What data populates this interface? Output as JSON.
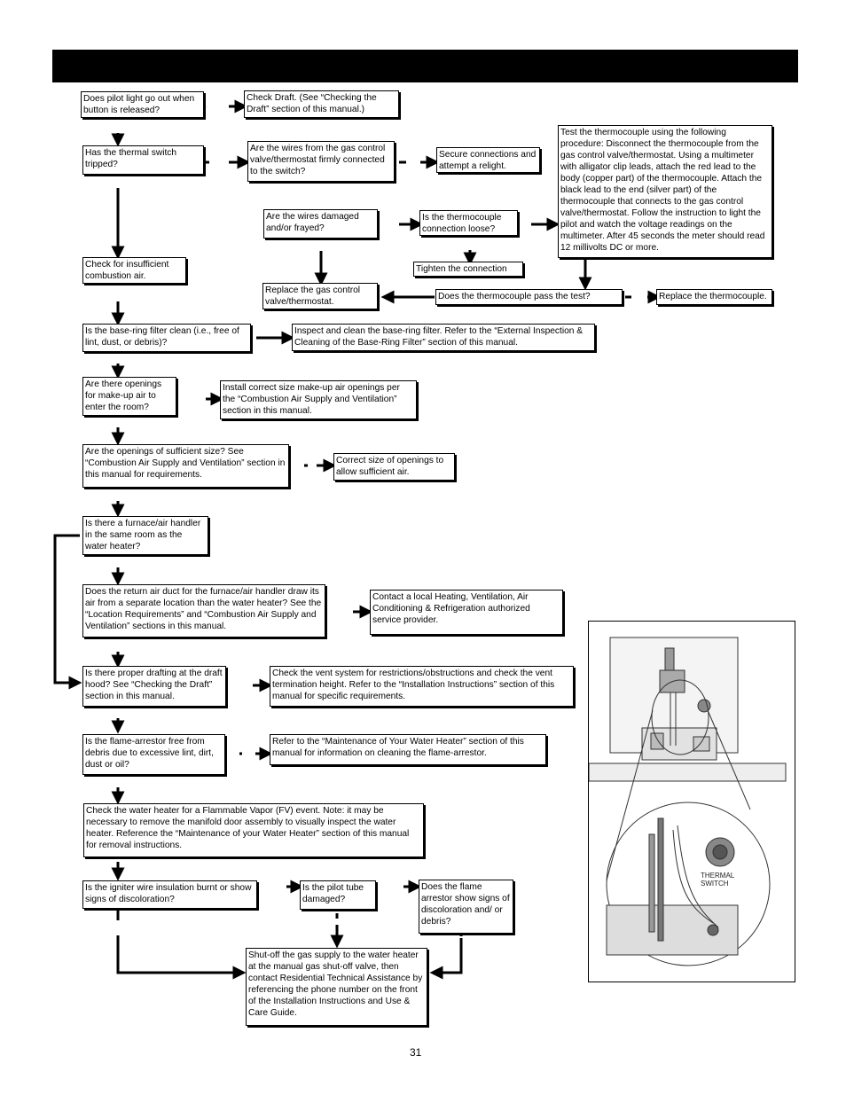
{
  "page_number": "31",
  "boxes": {
    "pilot_out": "Does pilot light go out when button is released?",
    "check_draft": "Check Draft. (See “Checking the Draft” section of this manual.)",
    "thermal_tripped": "Has the thermal switch tripped?",
    "wires_connected": "Are the wires from the gas control valve/thermostat firmly connected to the switch?",
    "secure_connections": "Secure connections and attempt a relight.",
    "thermocouple_test": "Test the thermocouple using the following procedure: Disconnect the thermocouple from the gas control valve/thermostat. Using a multimeter with alligator clip leads, attach the red lead to the body (copper part) of the thermocouple. Attach the black lead to the end (silver part) of the thermocouple that connects to the gas control valve/thermostat. Follow the instruction to light the pilot and watch the voltage readings on the multimeter. After 45 seconds the meter should read 12 millivolts DC or more.",
    "wires_damaged": "Are the wires damaged and/or frayed?",
    "thermocouple_loose": "Is the thermocouple connection loose?",
    "tighten": "Tighten the connection",
    "insufficient_air": "Check for insufficient combustion air.",
    "replace_valve": "Replace the gas control valve/thermostat.",
    "thermocouple_pass": "Does the thermocouple pass the test?",
    "replace_thermocouple": "Replace the thermocouple.",
    "filter_clean": "Is the base-ring filter clean (i.e., free of lint, dust, or debris)?",
    "clean_filter": "Inspect and clean the base-ring filter. Refer to the “External Inspection & Cleaning of the Base-Ring Filter” section of this manual.",
    "makeup_openings": "Are there openings for make-up air to enter the room?",
    "install_openings": "Install correct size make-up air openings per the “Combustion Air Supply and Ventilation” section in this manual.",
    "openings_size": "Are the openings of sufficient size? See “Combustion Air Supply and Ventilation” section in this manual for requirements.",
    "correct_size": "Correct size of openings to allow sufficient air.",
    "furnace_room": "Is there a furnace/air handler in the same room as the water heater?",
    "return_duct": "Does the return air duct for the furnace/air handler draw its air from a separate location than the water heater? See the “Location Requirements” and “Combustion Air Supply and Ventilation” sections in this manual.",
    "contact_hvac": "Contact a local Heating, Ventilation, Air Conditioning & Refrigeration authorized service provider.",
    "proper_draft": "Is there proper drafting at the draft hood? See “Checking the Draft” section in this manual.",
    "check_vent": "Check the vent system for restrictions/obstructions and check the vent termination height. Refer to the “Installation Instructions” section of this manual for specific requirements.",
    "arrestor_free": "Is the flame-arrestor free from debris due to excessive lint, dirt, dust or oil?",
    "maintenance_ref": "Refer to the “Maintenance of Your Water Heater” section of this manual for information on cleaning the flame-arrestor.",
    "fv_event": "Check the water heater for a Flammable Vapor (FV) event. Note: it may be necessary to remove the manifold door assembly to visually inspect the water heater. Reference the “Maintenance of your Water Heater” section of this manual for removal instructions.",
    "igniter_wire": "Is the igniter wire insulation burnt or show signs of discoloration?",
    "pilot_tube": "Is the pilot tube damaged?",
    "arrestor_discolor": "Does the flame arrestor show signs of discoloration and/ or debris?",
    "shutoff": "Shut-off the gas supply to the water heater at the manual gas shut-off valve, then contact Residential Technical Assistance by referencing the phone number on the front of the Installation Instructions and Use & Care Guide."
  },
  "figure": {
    "label": "THERMAL SWITCH"
  }
}
